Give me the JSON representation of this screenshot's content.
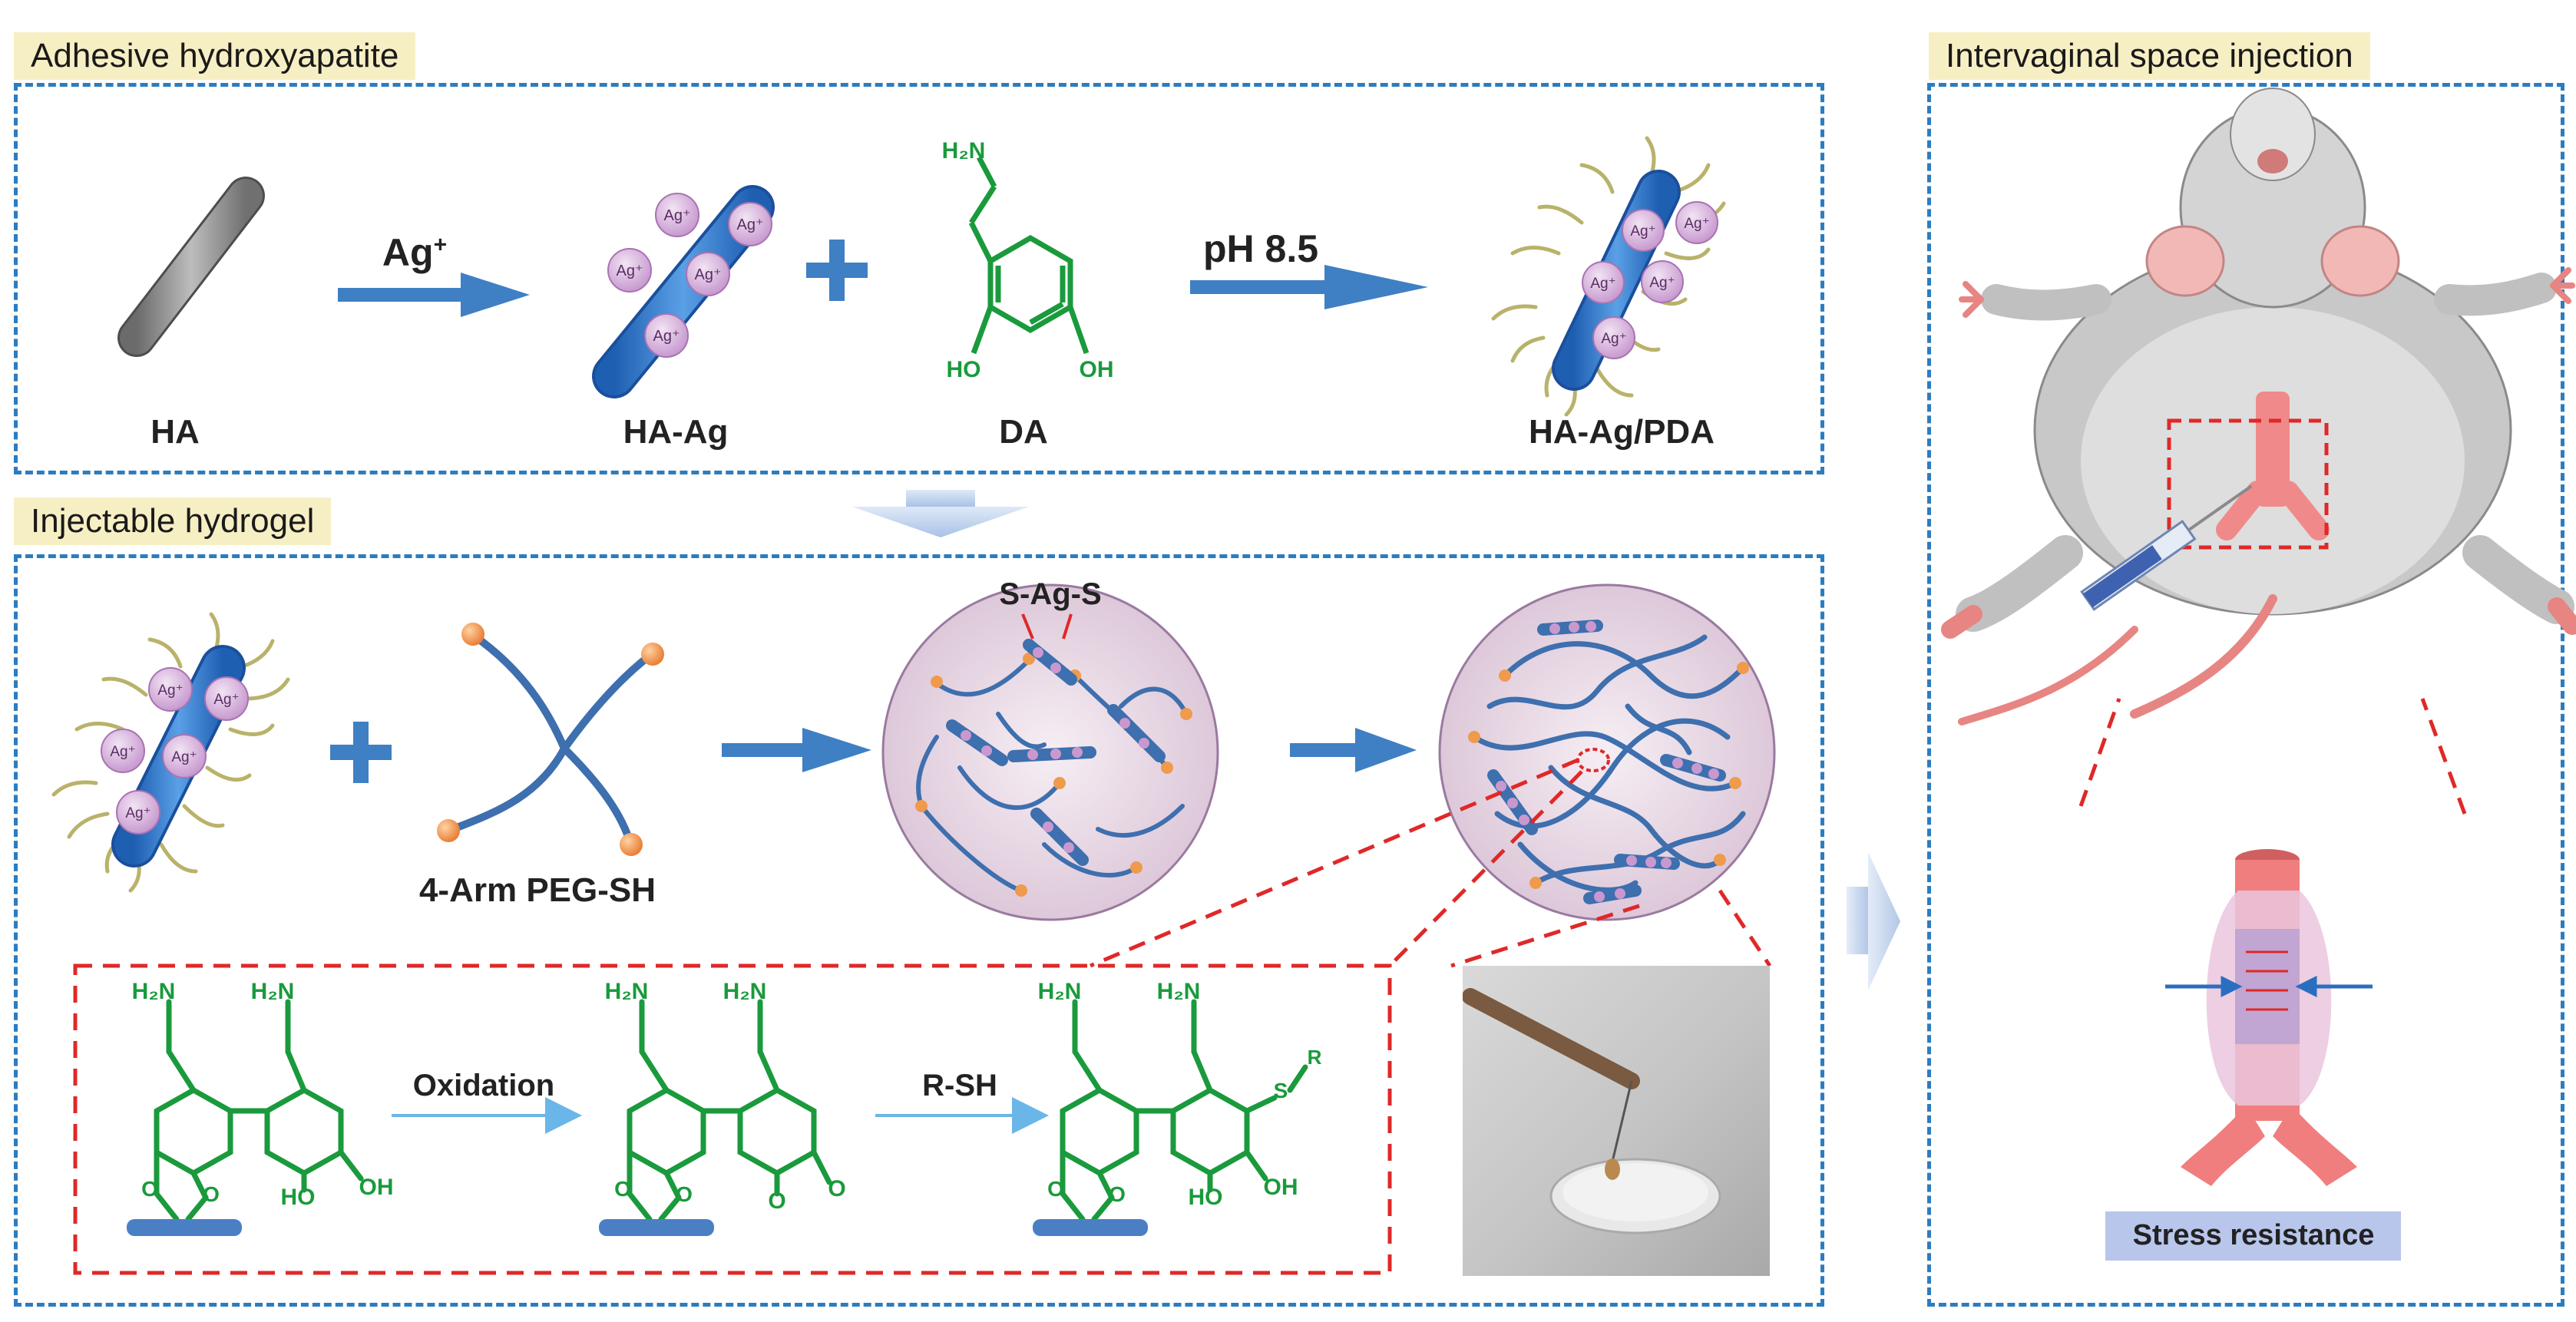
{
  "sections": {
    "adhesive": "Adhesive hydroxyapatite",
    "injectable": "Injectable hydrogel",
    "injection": "Intervaginal space injection"
  },
  "top_row": {
    "ha": "HA",
    "ha_ag": "HA-Ag",
    "da": "DA",
    "ha_ag_pda": "HA-Ag/PDA",
    "ag_plus": "Ag",
    "ag_plus_sup": "+",
    "ph": "pH 8.5"
  },
  "hydrogel_row": {
    "peg": "4-Arm PEG-SH",
    "crosslink": "S-Ag-S"
  },
  "mechanism": {
    "oxidation": "Oxidation",
    "rsh": "R-SH"
  },
  "chem": {
    "h2n": "H₂N",
    "oh": "OH",
    "ho": "HO",
    "o": "O",
    "s": "S",
    "r": "R"
  },
  "result": {
    "stress": "Stress resistance"
  },
  "colors": {
    "panel_border": "#2c7cc0",
    "header_bg": "#f7efc4",
    "chem_green": "#1a9a3c",
    "arrow_blue": "#3f7fc4",
    "red_dash": "#e02828"
  }
}
